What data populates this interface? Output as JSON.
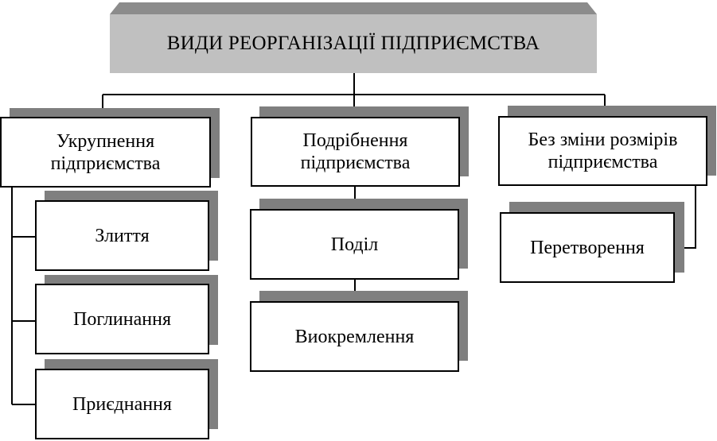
{
  "root": {
    "label": "ВИДИ РЕОРГАНІЗАЦІЇ ПІДПРИЄМСТВА"
  },
  "groups": [
    {
      "label": "Укрупнення підприємства",
      "items": [
        "Злиття",
        "Поглинання",
        "Приєднання"
      ]
    },
    {
      "label": "Подрібнення підприємства",
      "items": [
        "Поділ",
        "Виокремлення"
      ]
    },
    {
      "label": "Без зміни розмірів підприємства",
      "items": [
        "Перетворення"
      ]
    }
  ]
}
